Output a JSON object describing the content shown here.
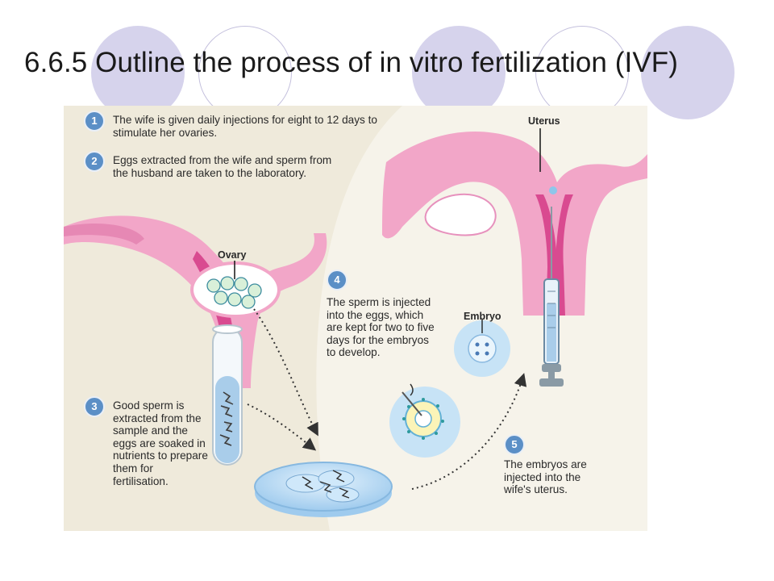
{
  "slide": {
    "title": "6.6.5 Outline the process of in vitro fertilization (IVF)"
  },
  "figure": {
    "labels": {
      "uterus": "Uterus",
      "ovary": "Ovary",
      "embryo": "Embryo"
    },
    "steps": [
      {
        "number": "1",
        "text": "The wife is given daily injections for eight to 12 days to stimulate her ovaries."
      },
      {
        "number": "2",
        "text": "Eggs extracted from the wife and sperm from the husband are taken to the laboratory."
      },
      {
        "number": "3",
        "text": "Good sperm is extracted from the sample and the eggs are soaked in nutrients to prepare them for fertilisation."
      },
      {
        "number": "4",
        "text": "The sperm is injected into the eggs, which are kept for two to five days for the embryos to develop."
      },
      {
        "number": "5",
        "text": "The embryos are injected into the wife's uterus."
      }
    ]
  },
  "colors": {
    "circle_fill": "#d6d3ec",
    "circle_ring": "#c4c0dd",
    "figure_bg": "#efeadb",
    "badge": "#5b8fc6",
    "tissue_pink": "#f2a6c8",
    "tissue_dark": "#d94a90",
    "dish_blue": "#c7e3f6"
  }
}
